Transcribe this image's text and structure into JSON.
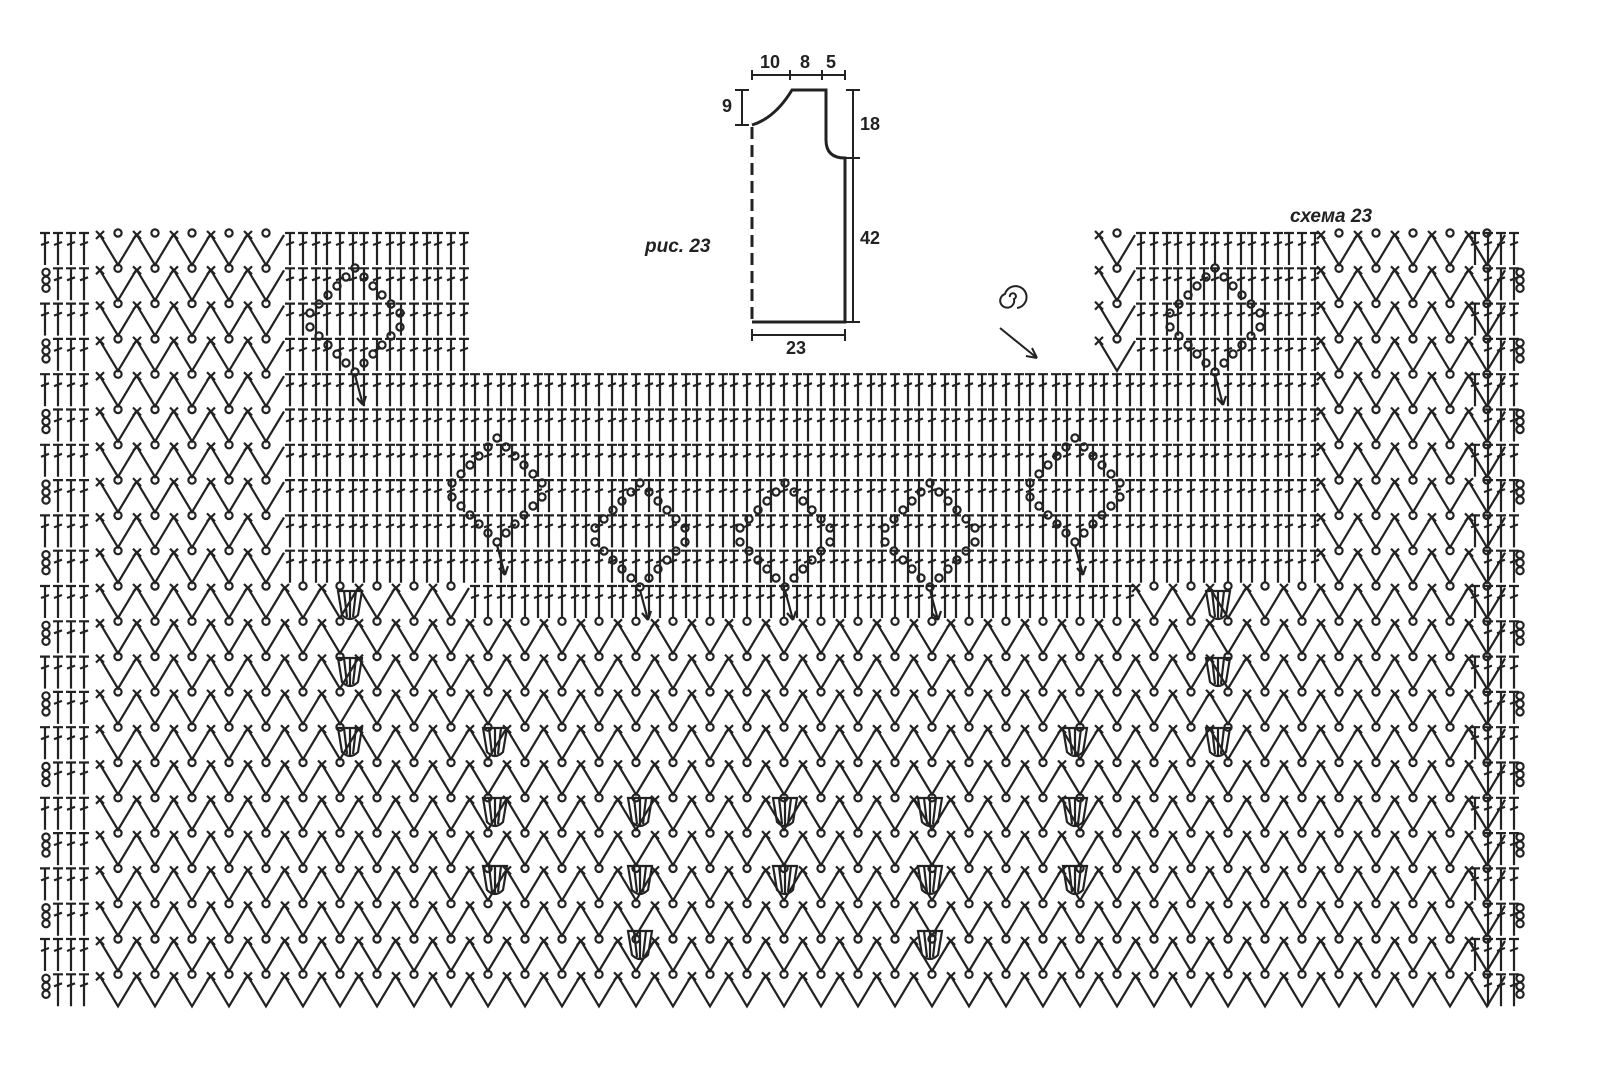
{
  "figure": {
    "label": "рис. 23",
    "dimensions": {
      "top_left": "10",
      "top_middle": "8",
      "top_right": "5",
      "neck_depth": "9",
      "armhole_height": "18",
      "body_height": "42",
      "bottom_width": "23"
    }
  },
  "scheme": {
    "label": "схема 23",
    "start_icon": "spiral-start-icon",
    "ink_color": "#222222"
  }
}
